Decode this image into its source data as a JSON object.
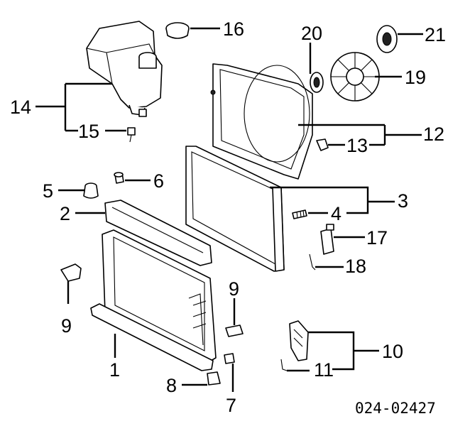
{
  "callouts": {
    "c1": "1",
    "c2": "2",
    "c3": "3",
    "c4": "4",
    "c5": "5",
    "c6": "6",
    "c7": "7",
    "c8": "8",
    "c9a": "9",
    "c9b": "9",
    "c10": "10",
    "c11": "11",
    "c12": "12",
    "c13": "13",
    "c14": "14",
    "c15": "15",
    "c16": "16",
    "c17": "17",
    "c18": "18",
    "c19": "19",
    "c20": "20",
    "c21": "21"
  },
  "diagram_code": "024-02427"
}
